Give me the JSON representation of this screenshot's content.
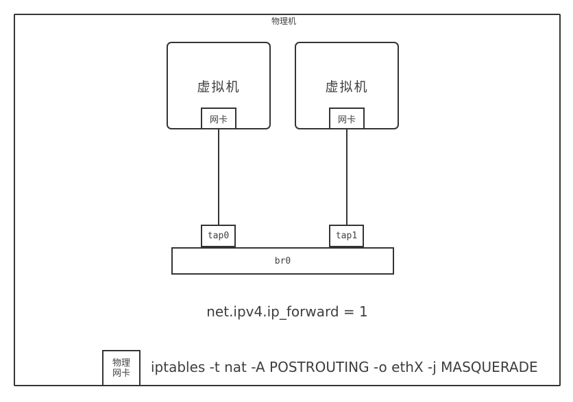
{
  "colors": {
    "stroke": "#333333",
    "text": "#404040",
    "background": "#ffffff"
  },
  "host": {
    "label": "物理机"
  },
  "vms": [
    {
      "label": "虚拟机",
      "nic_label": "网卡"
    },
    {
      "label": "虚拟机",
      "nic_label": "网卡"
    }
  ],
  "taps": [
    {
      "label": "tap0"
    },
    {
      "label": "tap1"
    }
  ],
  "bridge": {
    "label": "br0"
  },
  "sysctl": {
    "text": "net.ipv4.ip_forward = 1"
  },
  "physical_nic": {
    "line1": "物理",
    "line2": "网卡"
  },
  "iptables": {
    "text": "iptables -t nat -A POSTROUTING -o ethX -j MASQUERADE"
  }
}
